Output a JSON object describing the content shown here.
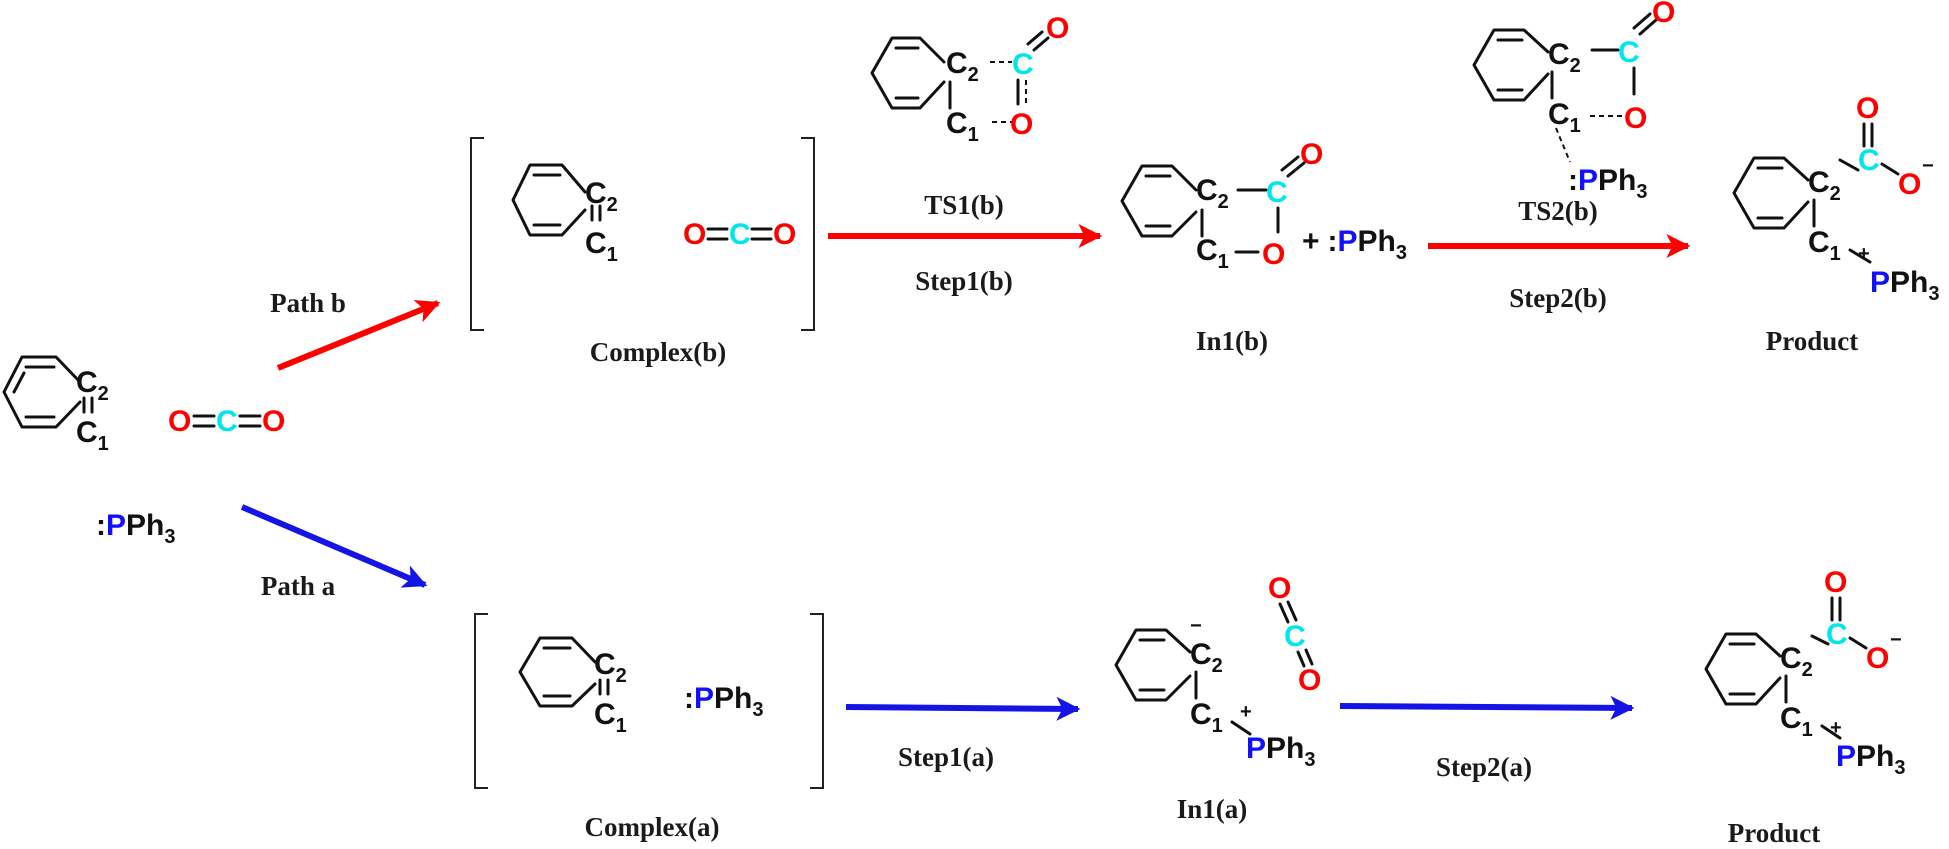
{
  "colors": {
    "path_b": "#ff0000",
    "path_a": "#1414e6",
    "carbon_co2": "#00e5ee",
    "oxygen": "#ff0000",
    "phosphorus": "#1010ff",
    "bond": "#111111"
  },
  "atoms": {
    "c": "C",
    "o": "O",
    "p": "P",
    "ph": "Ph",
    "c1_sub": "1",
    "c2_sub": "2",
    "ph3_sub": "3",
    "colon": ":",
    "plus": "+",
    "minus": "−"
  },
  "labels": {
    "path_b": "Path b",
    "path_a": "Path a",
    "complex_b": "Complex(b)",
    "complex_a": "Complex(a)",
    "ts1_b": "TS1(b)",
    "step1_b": "Step1(b)",
    "in1_b": "In1(b)",
    "ts2_b": "TS2(b)",
    "step2_b": "Step2(b)",
    "product_b": "Product",
    "step1_a": "Step1(a)",
    "in1_a": "In1(a)",
    "step2_a": "Step2(a)",
    "product_a": "Product"
  }
}
